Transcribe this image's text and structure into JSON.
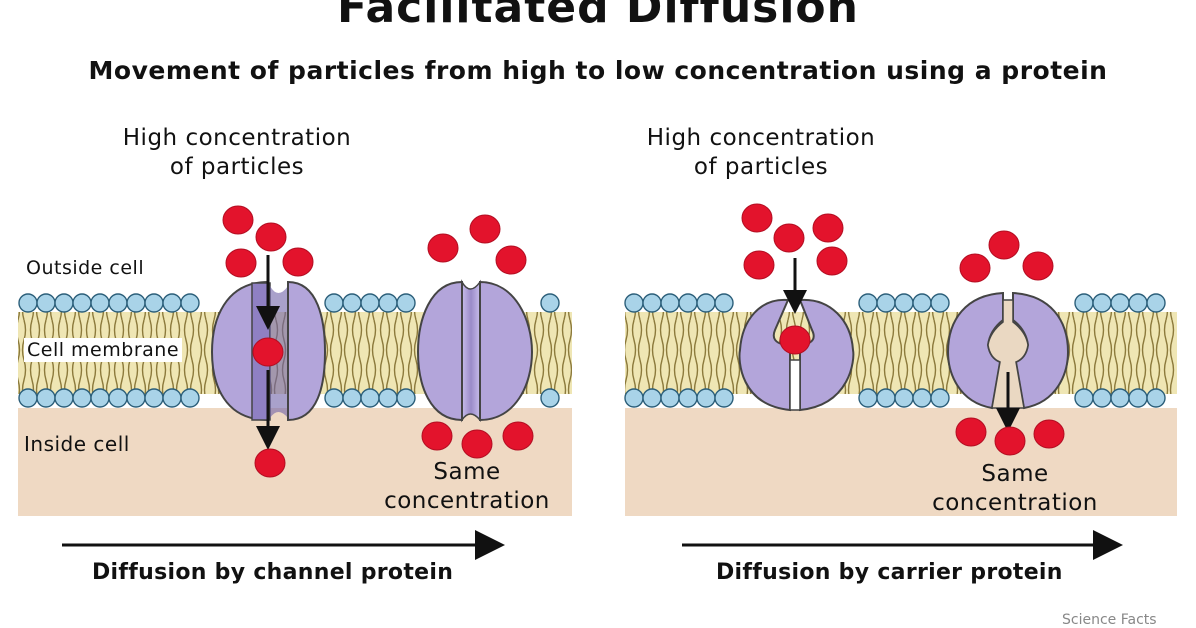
{
  "title": "Facilitated Diffusion",
  "subtitle": "Movement of particles from high to low concentration using a protein",
  "left_panel": {
    "high_concentration": "High concentration\nof particles",
    "outside_cell": "Outside cell",
    "cell_membrane": "Cell membrane",
    "inside_cell": "Inside cell",
    "same_concentration": "Same\nconcentration",
    "caption": "Diffusion by channel protein"
  },
  "right_panel": {
    "high_concentration": "High concentration\nof particles",
    "same_concentration": "Same\nconcentration",
    "caption": "Diffusion by carrier protein"
  },
  "watermark": "Science Facts",
  "colors": {
    "particle": "#e3132c",
    "protein": "#b3a5da",
    "phospholipid_head": "#a9d3e8",
    "membrane_core": "#e8e0a0",
    "inside_cell": "#efd9c3"
  }
}
